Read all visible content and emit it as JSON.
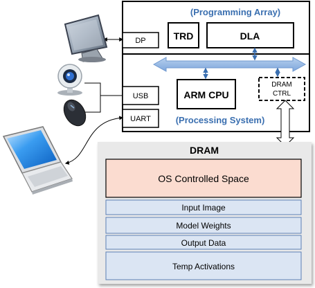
{
  "colors": {
    "accent_blue": "#3a6fb0",
    "arrow_blue": "#8db3e2",
    "os_space_fill": "#fbdcd0",
    "region_fill": "#dbe5f3",
    "dram_panel_fill": "#e9e9e9"
  },
  "programming_array": {
    "title": "(Programming Array)",
    "trd": "TRD",
    "dla": "DLA"
  },
  "processing_system": {
    "title": "(Processing System)",
    "arm_cpu": "ARM CPU",
    "dram_ctrl_line1": "DRAM",
    "dram_ctrl_line2": "CTRL"
  },
  "ports": {
    "dp": "DP",
    "usb": "USB",
    "uart": "UART"
  },
  "dram": {
    "title": "DRAM",
    "os_space": "OS Controlled Space",
    "input_image": "Input Image",
    "model_weights": "Model Weights",
    "output_data": "Output Data",
    "temp_activations": "Temp Activations"
  },
  "icons": {
    "monitor": "touchscreen-monitor-icon",
    "webcam": "webcam-icon",
    "mouse": "mouse-icon",
    "laptop": "laptop-icon"
  }
}
